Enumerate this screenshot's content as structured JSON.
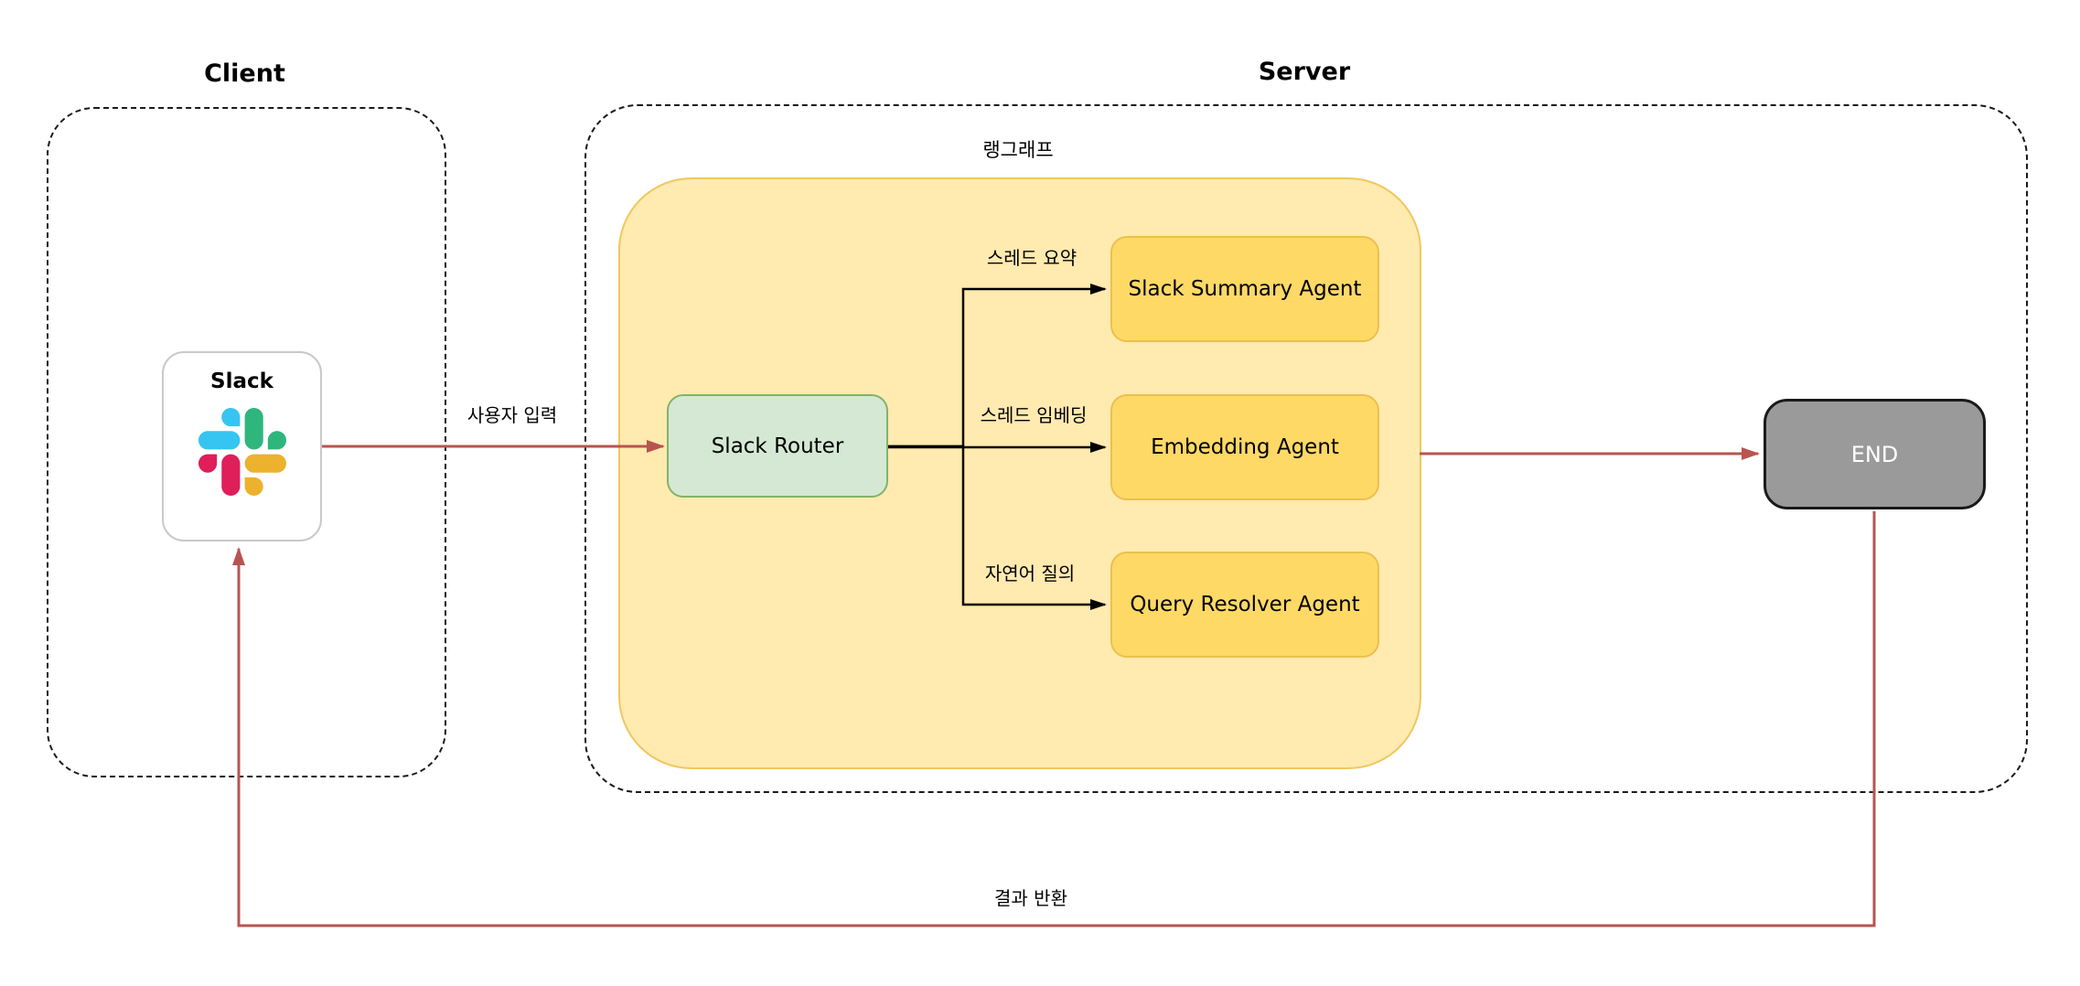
{
  "diagram": {
    "groups": {
      "client": {
        "label": "Client"
      },
      "server": {
        "label": "Server"
      },
      "langgraph": {
        "label": "랭그래프"
      }
    },
    "nodes": {
      "slack": {
        "label": "Slack"
      },
      "router": {
        "label": "Slack Router"
      },
      "summary_agent": {
        "label": "Slack Summary Agent"
      },
      "embedding_agent": {
        "label": "Embedding Agent"
      },
      "query_agent": {
        "label": "Query Resolver Agent"
      },
      "end": {
        "label": "END"
      }
    },
    "edges": {
      "user_input": {
        "label": "사용자 입력",
        "from": "slack",
        "to": "router"
      },
      "thread_summary": {
        "label": "스레드 요약",
        "from": "router",
        "to": "summary_agent"
      },
      "thread_embedding": {
        "label": "스레드 임베딩",
        "from": "router",
        "to": "embedding_agent"
      },
      "nl_query": {
        "label": "자연어 질의",
        "from": "router",
        "to": "query_agent"
      },
      "to_end": {
        "label": "",
        "from": "langgraph",
        "to": "end"
      },
      "result_return": {
        "label": "결과 반환",
        "from": "end",
        "to": "slack"
      }
    },
    "colors": {
      "arrow_red": "#b85450",
      "arrow_black": "#000000",
      "langgraph_fill": "#ffeab0",
      "langgraph_border": "#f0c75e",
      "agent_fill": "#ffd966",
      "agent_border": "#ecc04d",
      "router_fill": "#d5e8d4",
      "router_border": "#82b366",
      "end_fill": "#9a9a9a",
      "end_border": "#1a1a1a",
      "slack_blue": "#36C5F0",
      "slack_green": "#2EB67D",
      "slack_red": "#E01E5A",
      "slack_yellow": "#ECB22E"
    }
  }
}
